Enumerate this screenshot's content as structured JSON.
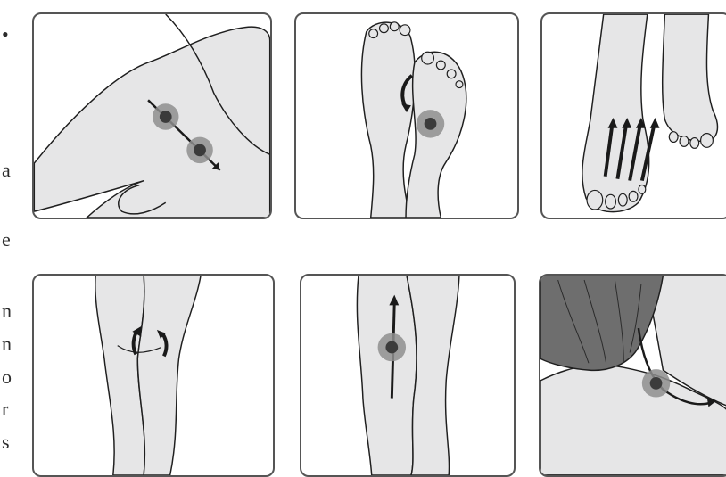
{
  "margin_text": {
    "glyphs": [
      "•",
      "a",
      "e",
      "n",
      "n",
      "o",
      "r",
      "s"
    ]
  },
  "colors": {
    "border": "#555555",
    "skin_fill": "#e6e6e7",
    "outline": "#1f1f1f",
    "hair": "#6e6e6e",
    "target_outer": "#8e8e8e",
    "target_inner": "#3b3b3b",
    "arrow": "#1a1a1a"
  },
  "panels": [
    {
      "id": "leg-thigh",
      "depicts": "leg-outline",
      "markers": 2,
      "arrows": 1
    },
    {
      "id": "foot-sole",
      "depicts": "foot-soles",
      "markers": 1,
      "arrows": 1
    },
    {
      "id": "foot-top",
      "depicts": "feet-tops",
      "markers": 0,
      "arrows": 4
    },
    {
      "id": "knee-back",
      "depicts": "legs-back",
      "markers": 0,
      "arrows": 2
    },
    {
      "id": "calf",
      "depicts": "legs-lower",
      "markers": 1,
      "arrows": 1
    },
    {
      "id": "neck-shoulder",
      "depicts": "head-shoulders",
      "markers": 1,
      "arrows": 1
    }
  ]
}
